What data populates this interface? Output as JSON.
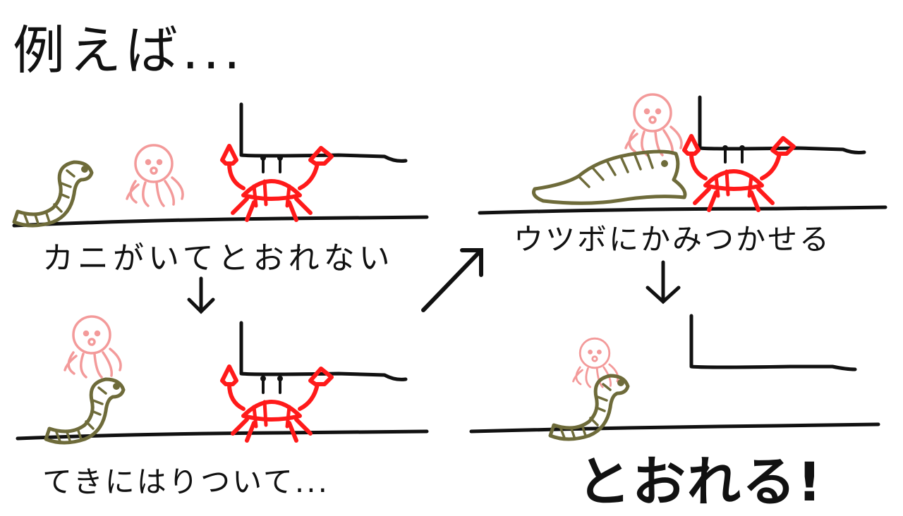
{
  "title": "例えば...",
  "panels": [
    {
      "caption": "カニがいてとおれない"
    },
    {
      "caption": "てきにはりついて..."
    },
    {
      "caption": "ウツボにかみつかせる"
    },
    {
      "caption": "とおれる!"
    }
  ],
  "colors": {
    "ink": "#111111",
    "crab": "#ff1a1a",
    "octopus": "#f39a9a",
    "eel": "#6e6b3a",
    "crab_cheek": "#ff7a7a"
  }
}
